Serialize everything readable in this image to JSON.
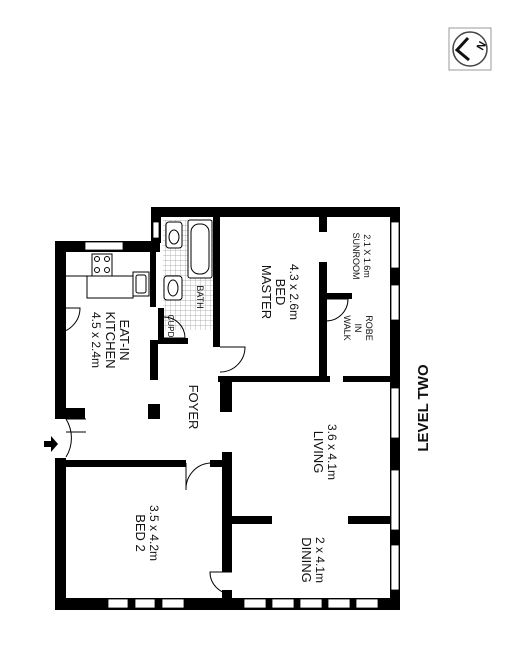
{
  "level_title": "LEVEL TWO",
  "compass": {
    "letter": "N"
  },
  "rooms": {
    "eat_in_kitchen": {
      "name_line1": "EAT-IN",
      "name_line2": "KITCHEN",
      "dims": "4.5 x 2.4m"
    },
    "master_bed": {
      "name_line1": "MASTER",
      "name_line2": "BED",
      "dims": "4.3 x 2.6m"
    },
    "sunroom": {
      "name": "SUNROOM",
      "dims": "2.1 X 1.6m"
    },
    "walk_in_robe": {
      "line1": "WALK",
      "line2": "IN",
      "line3": "ROBE"
    },
    "foyer": {
      "name": "FOYER"
    },
    "living": {
      "name": "LIVING",
      "dims": "3.6 x 4.1m"
    },
    "bed2": {
      "name": "BED 2",
      "dims": "3.5 x 4.2m"
    },
    "dining": {
      "name": "DINING",
      "dims": "2 x 4.1m"
    },
    "bath": {
      "name": "BATH"
    },
    "cupd": {
      "name": "CUPD"
    }
  }
}
